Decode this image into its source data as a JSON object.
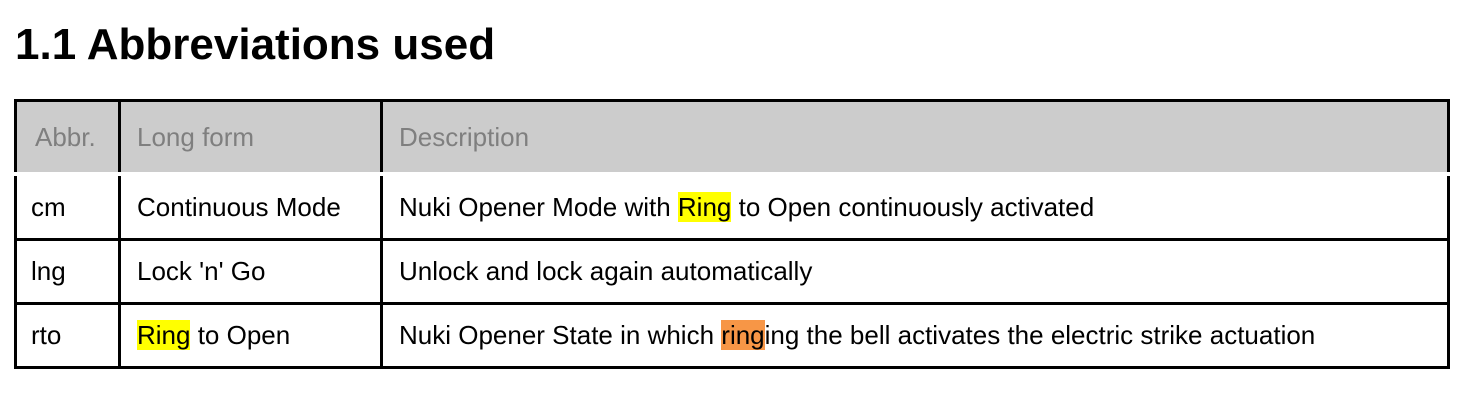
{
  "heading": "1.1 Abbreviations used",
  "table": {
    "headers": {
      "abbr": "Abbr.",
      "long_form": "Long form",
      "description": "Description"
    },
    "rows": [
      {
        "abbr": "cm",
        "long_form": "Continuous Mode",
        "description": {
          "before": "Nuki Opener Mode with ",
          "highlight": "Ring",
          "after": " to Open continuously activated"
        }
      },
      {
        "abbr": "lng",
        "long_form": "Lock 'n' Go",
        "description": "Unlock and lock again automatically"
      },
      {
        "abbr": "rto",
        "long_form": {
          "highlight": "Ring",
          "after": " to Open"
        },
        "description": {
          "before": "Nuki Opener State in which ",
          "highlight": "ring",
          "after": "ing the bell activates the electric strike actuation"
        }
      }
    ]
  },
  "colors": {
    "header_background": "#cccccc",
    "header_text": "#7f7f7f",
    "highlight_yellow": "#ffff00",
    "highlight_orange": "#f79646"
  }
}
